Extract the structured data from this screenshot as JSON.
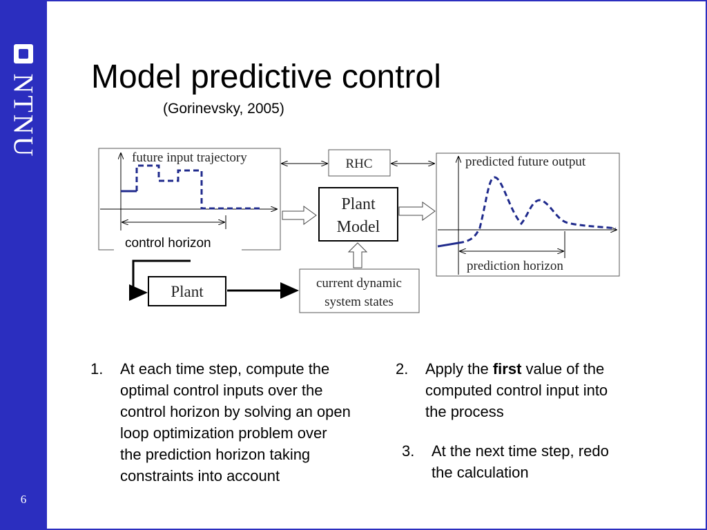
{
  "sidebar": {
    "logo_text": "NTNU",
    "page_number": "6"
  },
  "slide": {
    "title": "Model predictive control",
    "subtitle": "(Gorinevsky, 2005)"
  },
  "diagram": {
    "input_plot_label": "future input trajectory",
    "control_horizon_label": "control horizon",
    "rhc_label": "RHC",
    "plant_model_line1": "Plant",
    "plant_model_line2": "Model",
    "output_plot_label": "predicted future output",
    "prediction_horizon_label": "prediction horizon",
    "plant_label": "Plant",
    "states_line1": "current dynamic",
    "states_line2": "system states"
  },
  "steps": {
    "step1": {
      "num": "1.",
      "lines": [
        "At each time step, compute the",
        "optimal control inputs over the",
        "control horizon by solving an open",
        "loop optimization problem over",
        "the prediction horizon taking",
        "constraints into account"
      ]
    },
    "step2": {
      "num": "2.",
      "prefix": "Apply the ",
      "bold": "first",
      "suffix": " value of the",
      "lines": [
        "computed control input into",
        "the process"
      ]
    },
    "step3": {
      "num": "3.",
      "lines": [
        "At the next time step, redo",
        "the calculation"
      ]
    }
  },
  "colors": {
    "brand": "#2b2ebf",
    "trajectory": "#1f2a8c"
  }
}
